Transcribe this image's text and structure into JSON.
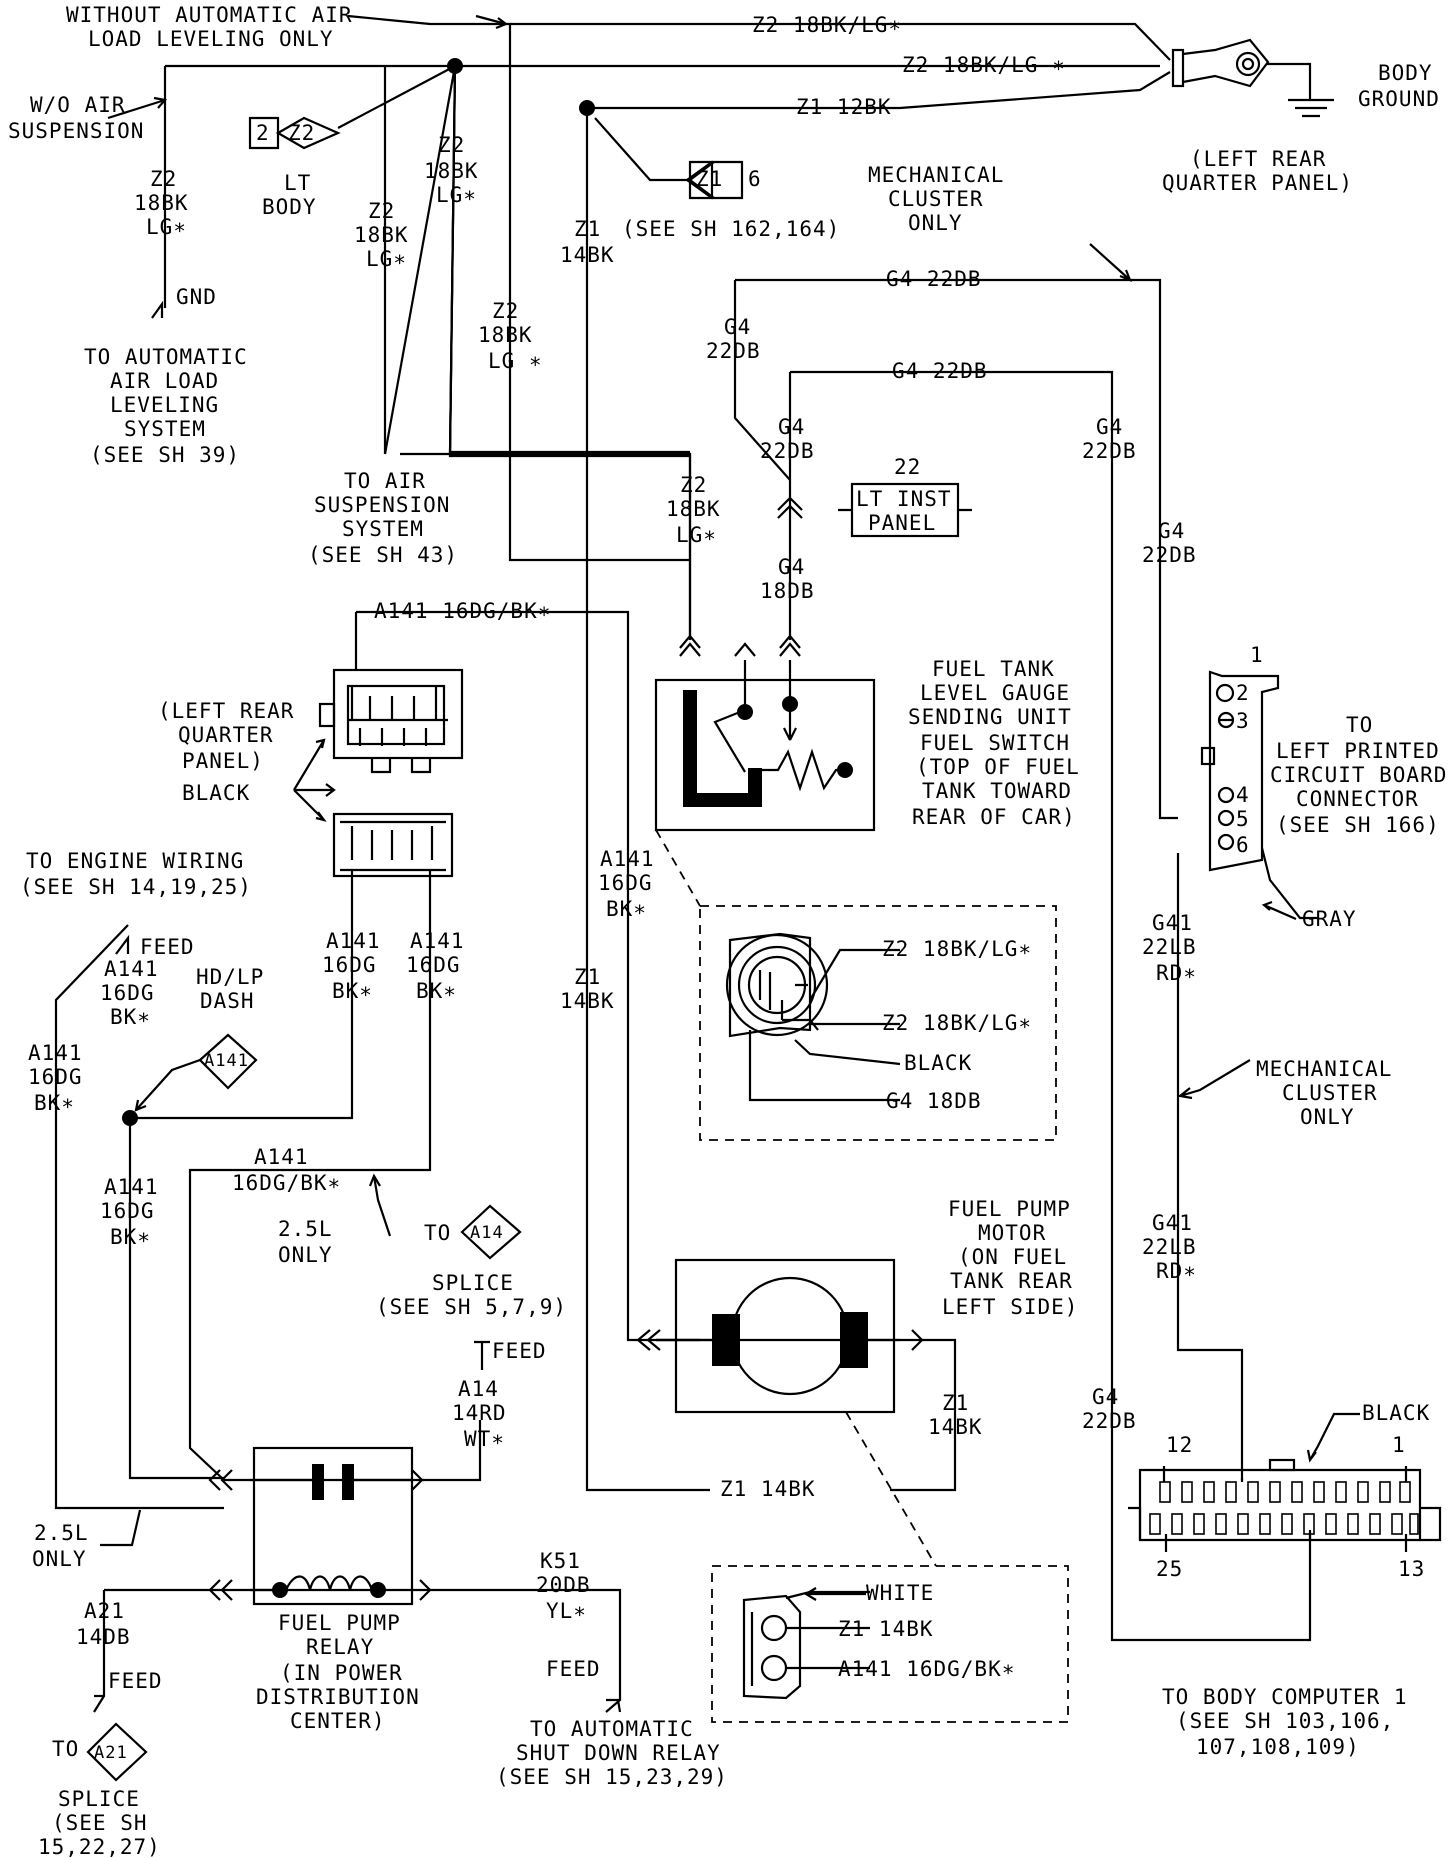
{
  "labels": {
    "without_aal_1": "WITHOUT AUTOMATIC AIR",
    "without_aal_2": "LOAD LEVELING ONLY",
    "z2_top_1": "Z2 18BK/LG∗",
    "z2_top_2": "Z2 18BK/LG ∗",
    "body_ground_1": "BODY",
    "body_ground_2": "GROUND",
    "lrqp_ground_1": "(LEFT REAR",
    "lrqp_ground_2": "QUARTER PANEL)",
    "z1_12bk": "Z1 12BK",
    "wo_air_1": "W/O AIR",
    "wo_air_2": "SUSPENSION",
    "z2_diamond_l": "2",
    "z2_diamond_r": "Z2",
    "lt_body_1": "LT",
    "lt_body_2": "BODY",
    "z2_a_1": "Z2",
    "z2_a_2": "18BK",
    "z2_a_3": "LG∗",
    "z2_b_1": "Z2",
    "z2_b_2": "18BK",
    "z2_b_3": "LG∗",
    "z2_c_1": "Z2",
    "z2_c_2": "18BK",
    "z2_c_3": "LG∗",
    "z2_d_1": "Z2",
    "z2_d_2": "18BK",
    "z2_d_3": "LG ∗",
    "z1_diamond_l": "Z1",
    "z1_diamond_r": "6",
    "see_sh_162": "(SEE SH 162,164)",
    "z1_14bk_a_1": "Z1",
    "z1_14bk_a_2": "14BK",
    "gnd": "GND",
    "to_aal_1": "TO AUTOMATIC",
    "to_aal_2": "AIR LOAD",
    "to_aal_3": "LEVELING",
    "to_aal_4": "SYSTEM",
    "to_aal_5": "(SEE SH 39)",
    "mech_cluster_1": "MECHANICAL",
    "mech_cluster_2": "CLUSTER",
    "mech_cluster_3": "ONLY",
    "g4_22db_a": "G4 22DB",
    "g4_22db_b_1": "G4",
    "g4_22db_b_2": "22DB",
    "g4_22db_c": "G4 22DB",
    "g4_22db_d_1": "G4",
    "g4_22db_d_2": "22DB",
    "g4_22db_e_1": "G4",
    "g4_22db_e_2": "22DB",
    "g4_22db_f_1": "G4",
    "g4_22db_f_2": "22DB",
    "inst_panel_num": "22",
    "inst_panel_1": "LT INST",
    "inst_panel_2": "PANEL",
    "to_air_susp_1": "TO AIR",
    "to_air_susp_2": "SUSPENSION",
    "to_air_susp_3": "SYSTEM",
    "to_air_susp_4": "(SEE SH 43)",
    "z2_e_1": "Z2",
    "z2_e_2": "18BK",
    "z2_e_3": "LG∗",
    "g4_18db_1": "G4",
    "g4_18db_2": "18DB",
    "a141_top": "A141 16DG/BK∗",
    "lrqp_conn_1": "(LEFT REAR",
    "lrqp_conn_2": "QUARTER",
    "lrqp_conn_3": "PANEL)",
    "black_a": "BLACK",
    "fuel_tank_1": "FUEL TANK",
    "fuel_tank_2": "LEVEL GAUGE",
    "fuel_tank_3": "SENDING UNIT",
    "fuel_tank_4": "FUEL SWITCH",
    "fuel_tank_5": "(TOP OF FUEL",
    "fuel_tank_6": "TANK TOWARD",
    "fuel_tank_7": "REAR OF CAR)",
    "pin_1": "1",
    "pin_2": "2",
    "pin_3": "3",
    "pin_4": "4",
    "pin_5": "5",
    "pin_6": "6",
    "to_lpcb_1": "TO",
    "to_lpcb_2": "LEFT PRINTED",
    "to_lpcb_3": "CIRCUIT BOARD",
    "to_lpcb_4": "CONNECTOR",
    "to_lpcb_5": "(SEE SH 166)",
    "gray": "GRAY",
    "to_engine_1": "TO ENGINE WIRING",
    "to_engine_2": "(SEE SH 14,19,25)",
    "feed_a": "FEED",
    "a141_a_1": "A141",
    "a141_a_2": "16DG",
    "a141_a_3": "BK∗",
    "a141_b_1": "A141",
    "a141_b_2": "16DG",
    "a141_b_3": "BK∗",
    "hd_lp_1": "HD/LP",
    "hd_lp_2": "DASH",
    "a141_diamond": "A141",
    "a141_c_1": "A141",
    "a141_c_2": "16DG",
    "a141_c_3": "BK∗",
    "a141_d_1": "A141",
    "a141_d_2": "16DG",
    "a141_d_3": "BK∗",
    "a141_e_1": "A141",
    "a141_e_2": "16DG",
    "a141_e_3": "BK∗",
    "a141_f_1": "A141",
    "a141_f_2": "16DG",
    "a141_f_3": "BK∗",
    "a141_g_1": "A141",
    "a141_g_2": "16DG/BK∗",
    "only_25_a_1": "2.5L",
    "only_25_a_2": "ONLY",
    "z1_14bk_b_1": "Z1",
    "z1_14bk_b_2": "14BK",
    "z2_18bk_lg_a": "Z2 18BK/LG∗",
    "z2_18bk_lg_b": "Z2 18BK/LG∗",
    "black_b": "BLACK",
    "g4_18db_conn": "G4 18DB",
    "g41_a_1": "G41",
    "g41_a_2": "22LB",
    "g41_a_3": "RD∗",
    "mech_cluster_b_1": "MECHANICAL",
    "mech_cluster_b_2": "CLUSTER",
    "mech_cluster_b_3": "ONLY",
    "g41_b_1": "G41",
    "g41_b_2": "22LB",
    "g41_b_3": "RD∗",
    "to_a14": "TO",
    "a14_diamond": "A14",
    "splice_a_1": "SPLICE",
    "splice_a_2": "(SEE SH 5,7,9)",
    "feed_b": "FEED",
    "a14_1": "A14",
    "a14_2": "14RD",
    "a14_3": "WT∗",
    "fuel_pump_1": "FUEL PUMP",
    "fuel_pump_2": "MOTOR",
    "fuel_pump_3": "(ON FUEL",
    "fuel_pump_4": "TANK REAR",
    "fuel_pump_5": "LEFT SIDE)",
    "z1_14bk_c_1": "Z1",
    "z1_14bk_c_2": "14BK",
    "z1_14bk_d": "Z1 14BK",
    "black_c": "BLACK",
    "pin_12": "12",
    "pin_1b": "1",
    "pin_25": "25",
    "pin_13": "13",
    "only_25_b_1": "2.5L",
    "only_25_b_2": "ONLY",
    "a21_1": "A21",
    "a21_2": "14DB",
    "feed_c": "FEED",
    "to_a21": "TO",
    "a21_diamond": "A21",
    "splice_b_1": "SPLICE",
    "splice_b_2": "(SEE SH",
    "splice_b_3": "15,22,27)",
    "relay_1": "FUEL PUMP",
    "relay_2": "RELAY",
    "relay_3": "(IN POWER",
    "relay_4": "DISTRIBUTION",
    "relay_5": "CENTER)",
    "k51_1": "K51",
    "k51_2": "20DB",
    "k51_3": "YL∗",
    "feed_d": "FEED",
    "asd_1": "TO AUTOMATIC",
    "asd_2": "SHUT DOWN RELAY",
    "asd_3": "(SEE SH 15,23,29)",
    "white": "WHITE",
    "z1_14bk_e": "Z1 14BK",
    "a141_h": "A141 16DG/BK∗",
    "g4_22db_g_1": "G4",
    "g4_22db_g_2": "22DB",
    "body_comp_1": "TO BODY COMPUTER 1",
    "body_comp_2": "(SEE SH 103,106,",
    "body_comp_3": "107,108,109)"
  }
}
